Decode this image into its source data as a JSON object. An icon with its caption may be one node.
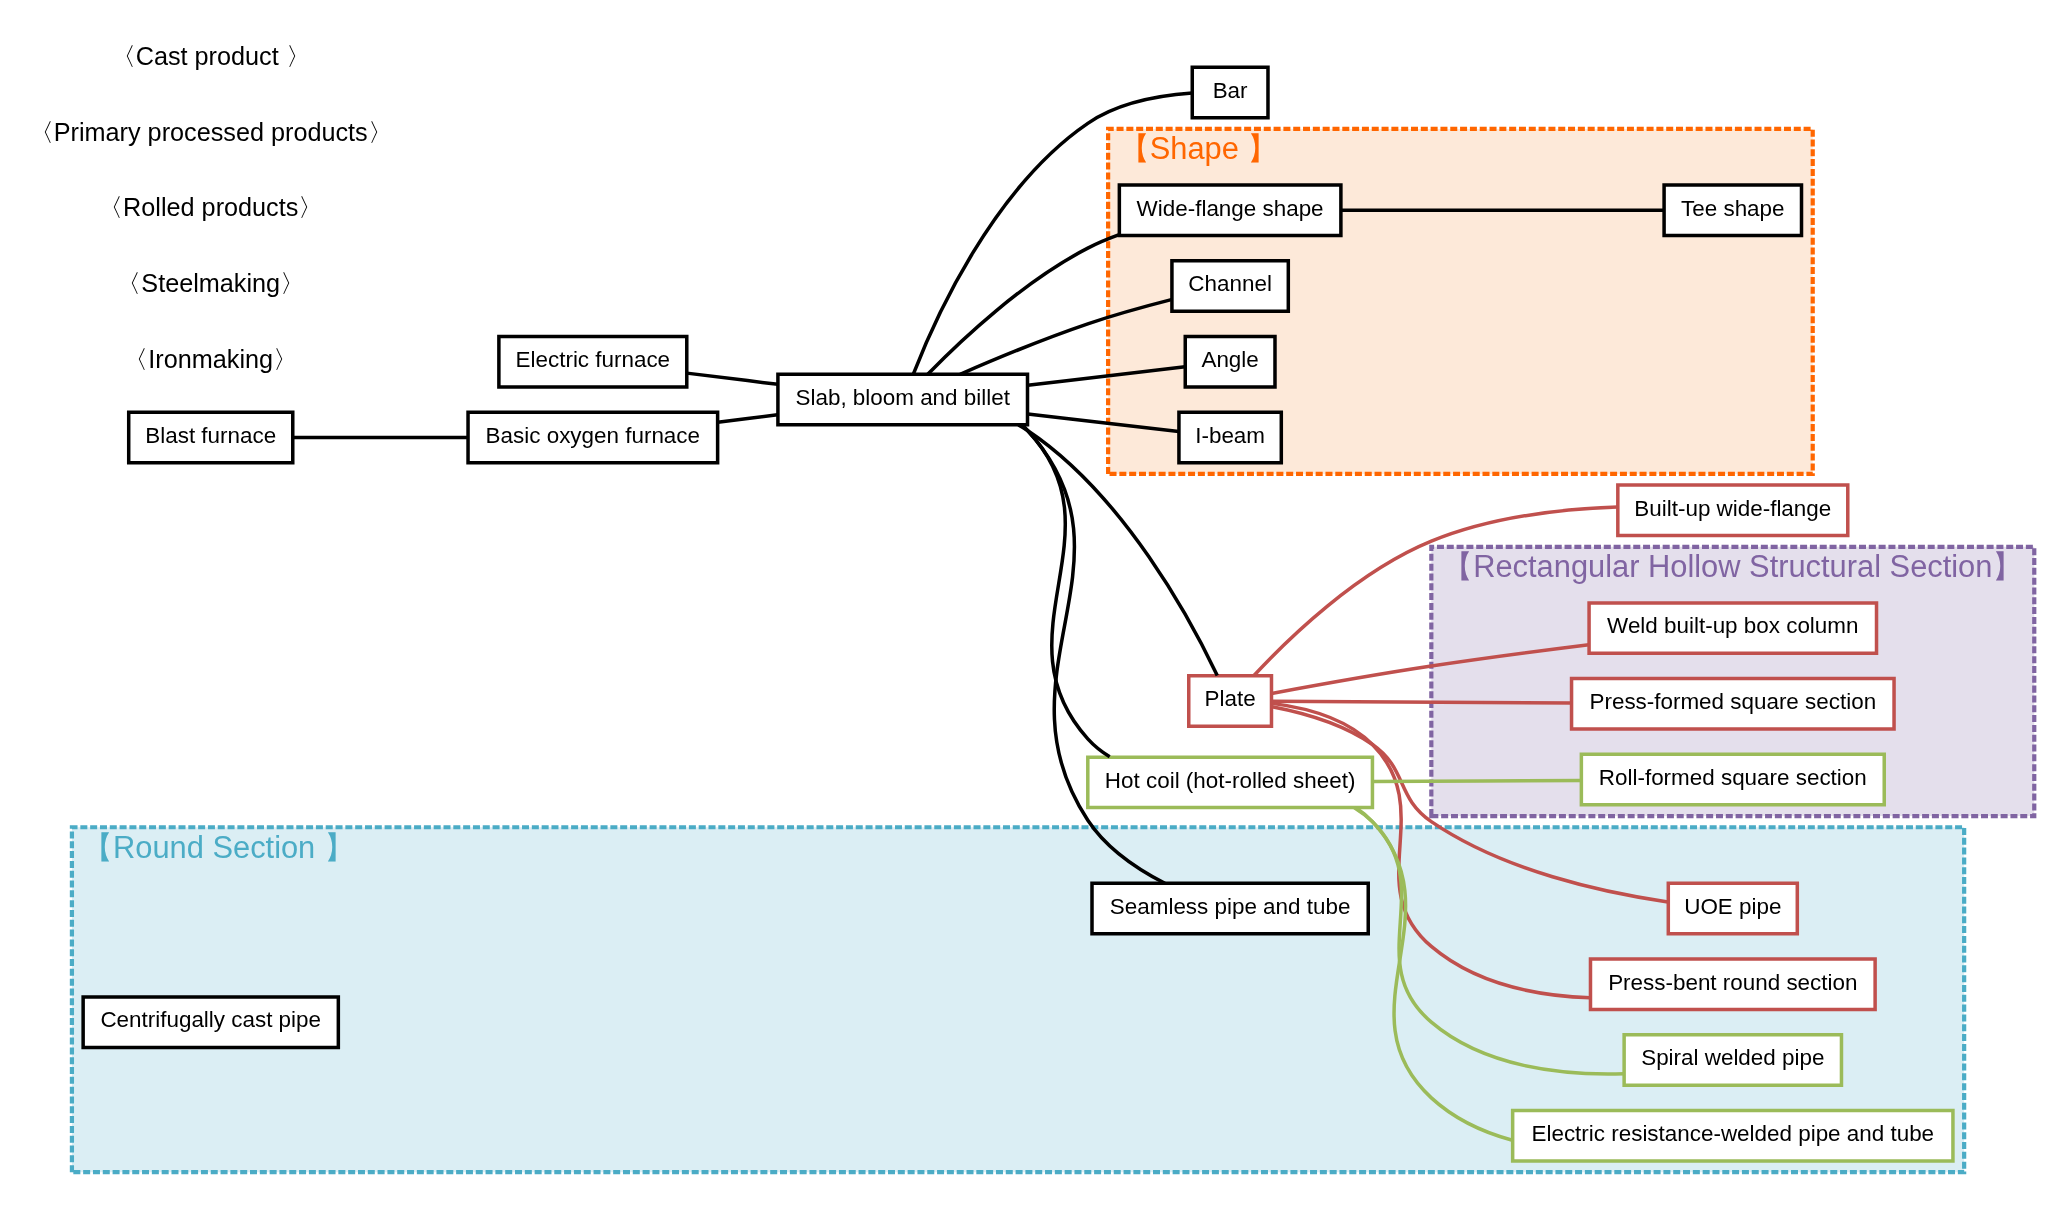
{
  "diagram": {
    "nodes": [
      {
        "text": [
          "Blast furnace"
        ]
      },
      {
        "text": [
          "Basic oxygen furnace"
        ]
      },
      {
        "text": [
          "Slab, bloom and billet"
        ]
      },
      {
        "text": [
          "Electric furnace"
        ]
      },
      {
        "text": [
          "【Shape 】"
        ]
      },
      {
        "text": [
          "Wide-flange shape"
        ],
        "in": 4
      },
      {
        "text": [
          "Tee shape"
        ],
        "in": 4
      },
      {
        "text": [
          "Channel"
        ],
        "in": 4
      },
      {
        "text": [
          "Angle"
        ],
        "in": 4
      },
      {
        "text": [
          "I-beam"
        ],
        "in": 4
      },
      {
        "text": [
          "Bar"
        ]
      },
      {
        "text": [
          "Plate"
        ]
      },
      {
        "text": [
          "Hot coil (hot-rolled sheet)"
        ]
      },
      {
        "text": [
          "【Round Section 】"
        ]
      },
      {
        "text": [
          "Seamless pipe and tube"
        ],
        "in": 13
      },
      {
        "text": [
          "Centrifugally cast pipe"
        ],
        "in": 13
      },
      {
        "text": [
          "Built-up wide-flange"
        ]
      },
      {
        "text": [
          "【Rectangular Hollow Structural Section】"
        ]
      },
      {
        "text": [
          "Press-formed square section"
        ],
        "in": 17
      },
      {
        "text": [
          "Roll-formed square section"
        ],
        "in": 17
      },
      {
        "text": [
          "Weld built-up box column"
        ],
        "in": 17
      },
      {
        "text": [
          "UOE pipe"
        ],
        "in": 13
      },
      {
        "text": [
          "Press-bent round section"
        ],
        "in": 13
      },
      {
        "text": [
          "Spiral welded pipe"
        ],
        "in": 13
      },
      {
        "text": [
          "Electric resistance-welded pipe and tube"
        ],
        "in": 13
      }
    ],
    "edges": [
      {
        "from": 0,
        "to": 1,
        "arrow": "none"
      },
      {
        "from": 1,
        "to": 2,
        "arrow": "none"
      },
      {
        "from": 3,
        "to": 2,
        "arrow": "none"
      },
      {
        "from": 2,
        "to": 5,
        "arrow": "none"
      },
      {
        "from": 2,
        "to": 7,
        "arrow": "none"
      },
      {
        "from": 2,
        "to": 8,
        "arrow": "none"
      },
      {
        "from": 2,
        "to": 9,
        "arrow": "none"
      },
      {
        "from": 2,
        "to": 10,
        "arrow": "none"
      },
      {
        "from": 2,
        "to": 11,
        "arrow": "none"
      },
      {
        "from": 2,
        "to": 12,
        "arrow": "none"
      },
      {
        "from": 2,
        "to": 14,
        "arrow": "none"
      },
      {
        "from": 5,
        "to": 6,
        "arrow": "none"
      },
      {
        "from": 11,
        "to": 16,
        "arrow": "none",
        "color": "#c0504d"
      },
      {
        "from": 11,
        "to": 18,
        "arrow": "none",
        "color": "#c0504d"
      },
      {
        "from": 11,
        "to": 20,
        "arrow": "none",
        "color": "#c0504d"
      },
      {
        "from": 11,
        "to": 21,
        "arrow": "none",
        "color": "#c0504d"
      },
      {
        "from": 11,
        "to": 22,
        "arrow": "none",
        "color": "#c0504d"
      },
      {
        "from": 12,
        "to": 19,
        "arrow": "none",
        "color": "#9bbb59"
      },
      {
        "from": 12,
        "to": 23,
        "arrow": "none",
        "color": "#9bbb59"
      },
      {
        "from": 12,
        "to": 24,
        "arrow": "none",
        "color": "#9bbb59"
      }
    ],
    "labels": [
      "〈Ironmaking〉",
      "〈Steelmaking〉",
      "〈Rolled products〉",
      "〈Primary processed products〉",
      "〈Cast product 〉"
    ]
  }
}
